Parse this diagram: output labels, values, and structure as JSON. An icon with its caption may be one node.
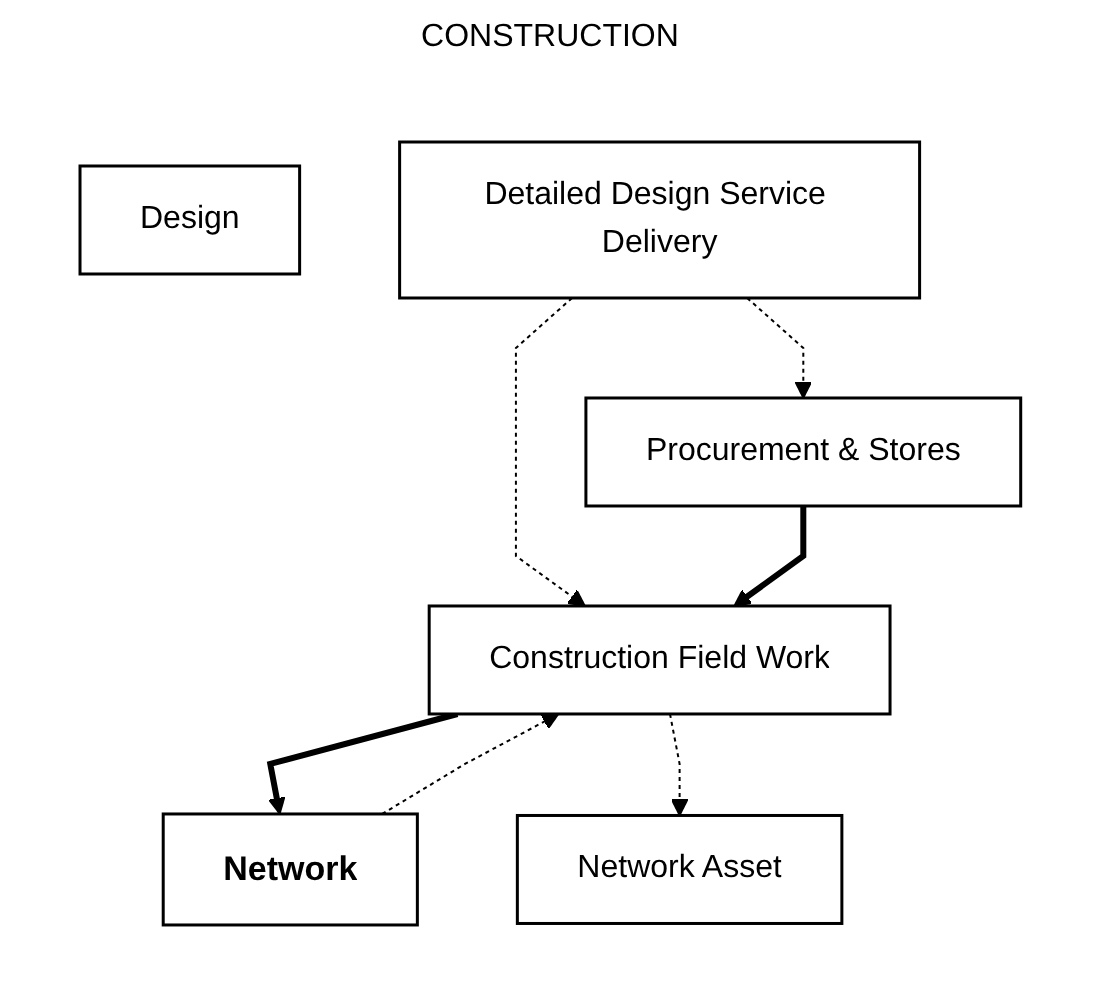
{
  "diagram": {
    "title": "CONSTRUCTION",
    "nodes": [
      {
        "text": [
          "Design"
        ]
      },
      {
        "text": [
          "Detailed Design Service Delivery"
        ]
      },
      {
        "text": [
          "Network"
        ]
      },
      {
        "text": [
          "Procurement & Stores"
        ]
      },
      {
        "text": [
          "Construction Field Work"
        ]
      },
      {
        "text": [
          "Network Asset"
        ]
      }
    ],
    "edges": [
      {
        "from": 1,
        "to": 3,
        "arrow": "to",
        "style": "dashed"
      },
      {
        "from": 1,
        "to": 4,
        "arrow": "to",
        "style": "dashed"
      },
      {
        "from": 2,
        "to": 4,
        "arrow": "to",
        "style": "dashed"
      },
      {
        "from": 3,
        "to": 4,
        "arrow": "to",
        "style": "thick"
      },
      {
        "from": 4,
        "to": 2,
        "arrow": "to",
        "style": "thick"
      },
      {
        "from": 4,
        "to": 5,
        "arrow": "to",
        "style": "dashed"
      }
    ]
  }
}
